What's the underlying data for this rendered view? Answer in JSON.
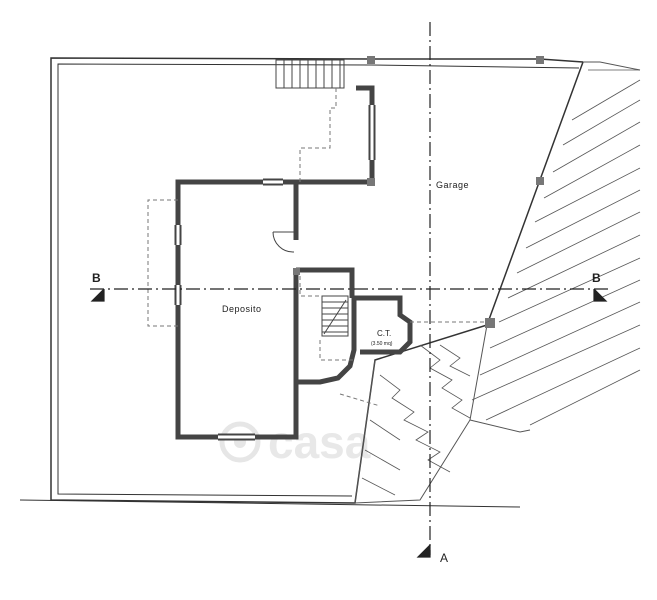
{
  "rooms": {
    "garage": "Garage",
    "deposito": "Deposito",
    "ct": "C.T.",
    "ct_area": "(3.50 mq)"
  },
  "section_markers": {
    "b_left": "B",
    "b_right": "B",
    "a_bottom": "A"
  },
  "watermark": "casa",
  "colors": {
    "line": "#333333",
    "wall": "#4a4a4a",
    "dashed": "#777777",
    "hatch": "#555555",
    "watermark": "#e6e6e6"
  }
}
